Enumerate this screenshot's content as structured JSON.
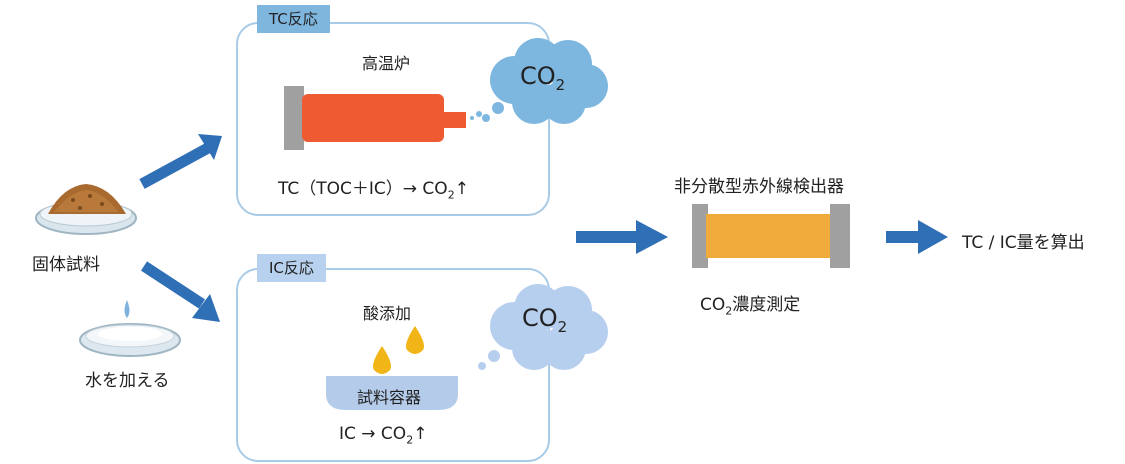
{
  "samples": {
    "solid_label": "固体試料",
    "water_label": "水を加える"
  },
  "tc": {
    "tab_label": "TC反応",
    "furnace_label": "高温炉",
    "cloud_label_main": "CO",
    "cloud_label_sub": "2",
    "eq_prefix": "TC（TOC＋IC）→ CO",
    "eq_sub": "2",
    "eq_suffix": "↑",
    "tab_color": "#7fb6de",
    "furnace_color": "#ee5a32",
    "cloud_color": "#7db7e0"
  },
  "ic": {
    "tab_label": "IC反応",
    "acid_label": "酸添加",
    "container_label": "試料容器",
    "cloud_label_main": "CO",
    "cloud_label_sub": "2",
    "eq_prefix": "IC → CO",
    "eq_sub": "2",
    "eq_suffix": "↑",
    "tab_color": "#b7d1ee",
    "drop_color": "#f2b517",
    "cloud_color": "#b7cfee"
  },
  "detector": {
    "title": "非分散型赤外線検出器",
    "conc_prefix": "CO",
    "conc_sub": "2",
    "conc_suffix": "濃度測定",
    "tube_color": "#f0ab3c"
  },
  "result": {
    "label": "TC / IC量を算出"
  },
  "arrow_color": "#2f6fb5"
}
